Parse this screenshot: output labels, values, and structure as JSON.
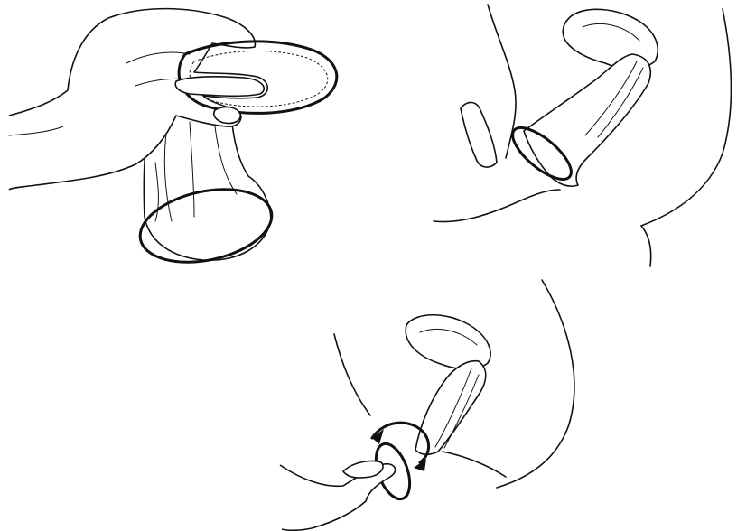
{
  "illustration": {
    "panels": [
      {
        "id": "step-1",
        "depicts": "hand-squeezing-inner-ring-icon"
      },
      {
        "id": "step-2",
        "depicts": "device-inserted-cross-section-icon"
      },
      {
        "id": "step-3",
        "depicts": "outer-ring-twist-removal-icon"
      }
    ],
    "colors": {
      "ink": "#111111",
      "background": "#ffffff"
    }
  }
}
